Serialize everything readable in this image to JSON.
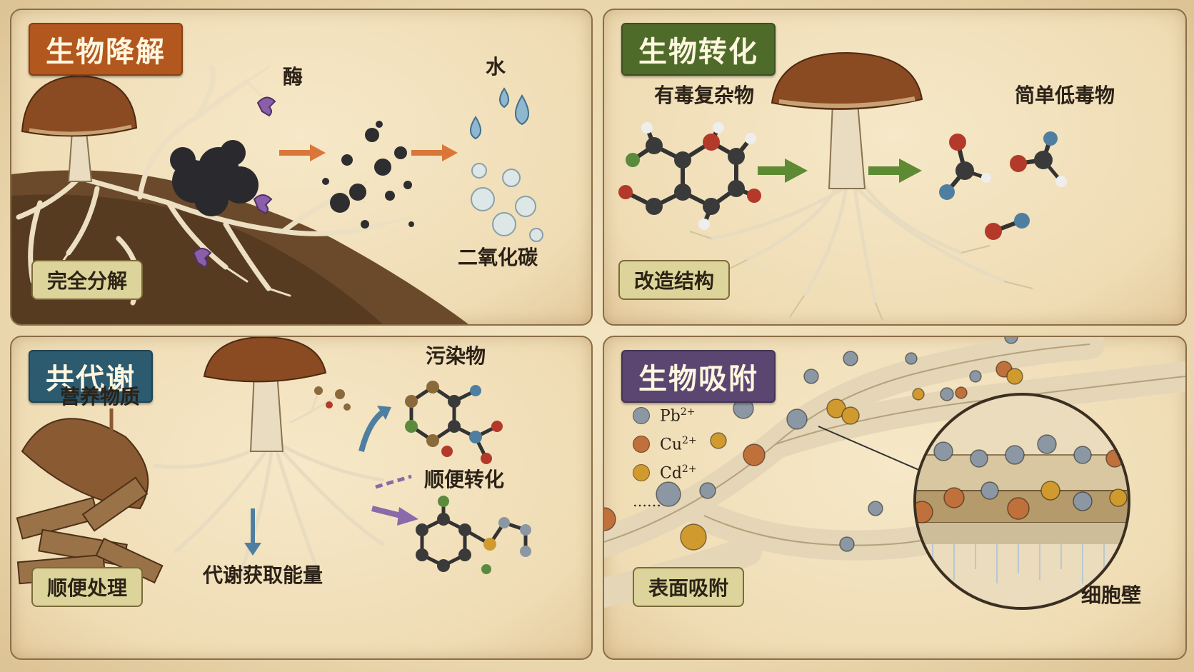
{
  "panels": {
    "degradation": {
      "title": "生物降解",
      "enzyme": "酶",
      "water": "水",
      "co2": "二氧化碳",
      "badge": "完全分解"
    },
    "transformation": {
      "title": "生物转化",
      "left_label": "有毒复杂物",
      "right_label": "简单低毒物",
      "badge": "改造结构"
    },
    "cometabolism": {
      "title": "共代谢",
      "nutrient": "营养物质",
      "pollutant": "污染物",
      "convert": "顺便转化",
      "energy": "代谢获取能量",
      "badge": "顺便处理"
    },
    "biosorption": {
      "title": "生物吸附",
      "legend": [
        {
          "ion": "Pb",
          "charge": "2+",
          "color": "#8b97a3"
        },
        {
          "ion": "Cu",
          "charge": "2+",
          "color": "#c0703a"
        },
        {
          "ion": "Cd",
          "charge": "2+",
          "color": "#d19a2e"
        }
      ],
      "ellipsis": "……",
      "cell_wall": "细胞壁",
      "badge": "表面吸附"
    }
  },
  "colors": {
    "mushroom_cap": "#8a4a22",
    "hyphae": "#e8dcc0",
    "arrow_orange": "#d9773a",
    "arrow_green": "#5f8a34",
    "arrow_blue": "#4f7fa0",
    "arrow_purple": "#8a6aa8"
  }
}
